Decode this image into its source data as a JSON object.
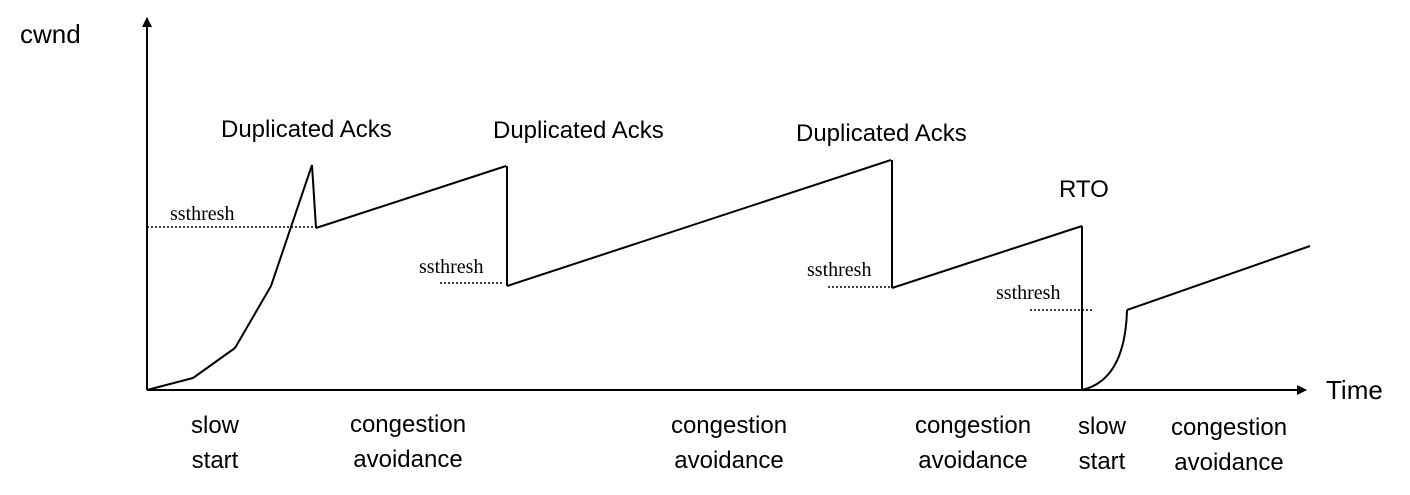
{
  "axes": {
    "y_label": "cwnd",
    "x_label": "Time"
  },
  "events": [
    {
      "label": "Duplicated Acks"
    },
    {
      "label": "Duplicated Acks"
    },
    {
      "label": "Duplicated Acks"
    },
    {
      "label": "RTO"
    }
  ],
  "thresholds": [
    {
      "label": "ssthresh"
    },
    {
      "label": "ssthresh"
    },
    {
      "label": "ssthresh"
    },
    {
      "label": "ssthresh"
    }
  ],
  "phases": [
    {
      "line1": "slow",
      "line2": "start"
    },
    {
      "line1": "congestion",
      "line2": "avoidance"
    },
    {
      "line1": "congestion",
      "line2": "avoidance"
    },
    {
      "line1": "congestion",
      "line2": "avoidance"
    },
    {
      "line1": "slow",
      "line2": "start"
    },
    {
      "line1": "congestion",
      "line2": "avoidance"
    }
  ]
}
